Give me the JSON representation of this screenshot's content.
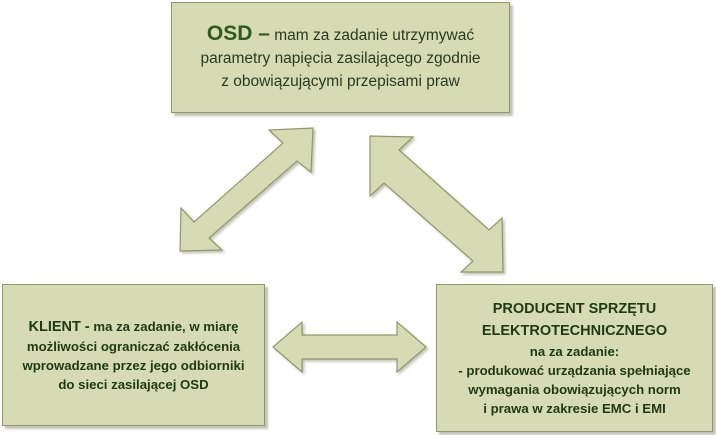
{
  "osd": {
    "head": "OSD –",
    "line1": " mam za zadanie utrzymywać",
    "line2": "parametry napięcia zasilającego zgodnie",
    "line3": "z obowiązującymi przepisami praw"
  },
  "klient": {
    "head": "KLIENT -",
    "text": " ma za zadanie, w miarę możliwości ograniczać zakłócenia wprowadzane przez jego odbiorniki do sieci zasilającej OSD"
  },
  "producent": {
    "title1": "PRODUCENT SPRZĘTU",
    "title2": "ELEKTROTECHNICZNEGO",
    "line1": "na za zadanie:",
    "line2": "- produkować urządzania spełniające",
    "line3": "wymagania obowiązujących norm",
    "line4": "i prawa w zakresie EMC i EMI"
  },
  "colors": {
    "box_fill": "#d6dbb4",
    "box_border": "#8f986a",
    "arrow_fill": "#d6dbb4",
    "arrow_border": "#8f986a",
    "heading_green": "#2e5a1e",
    "text_dark": "#1e3a12"
  }
}
